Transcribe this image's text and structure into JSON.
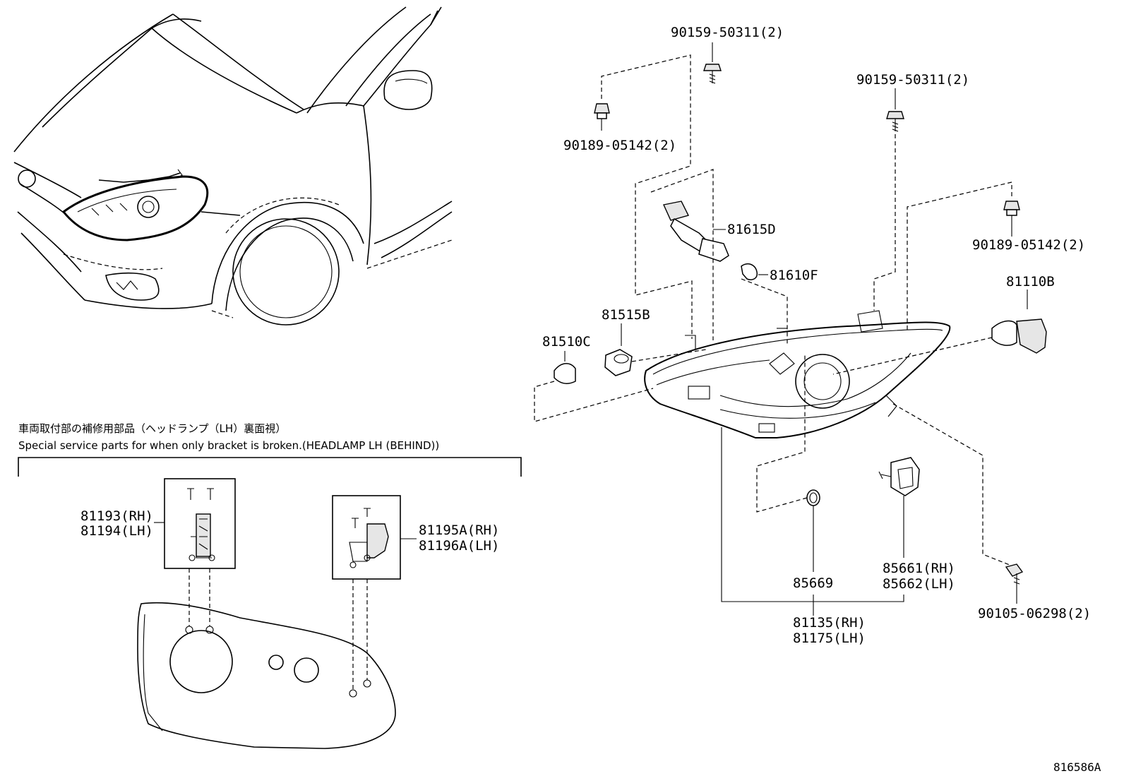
{
  "caption": {
    "japanese": "車両取付部の補修用部品（ヘッドランプ（LH）裏面視）",
    "english": "Special service parts for when only bracket is broken.(HEADLAMP LH (BEHIND))"
  },
  "parts": {
    "screw_top_center": "90159-50311(2)",
    "screw_top_right": "90159-50311(2)",
    "bolt_left": "90189-05142(2)",
    "bolt_right": "90189-05142(2)",
    "socket_81615d": "81615D",
    "bulb_81610f": "81610F",
    "bulb_81110b": "81110B",
    "socket_81515b": "81515B",
    "bulb_81510c": "81510C",
    "bracket_81193": "81193(RH)",
    "bracket_81194": "81194(LH)",
    "bracket_81195a": "81195A(RH)",
    "bracket_81196a": "81196A(LH)",
    "seal_85669": "85669",
    "actuator_85661": "85661(RH)",
    "actuator_85662": "85662(LH)",
    "assy_81135": "81135(RH)",
    "assy_81175": "81175(LH)",
    "screw_bottom_right": "90105-06298(2)"
  },
  "diagram_code": "816586A"
}
